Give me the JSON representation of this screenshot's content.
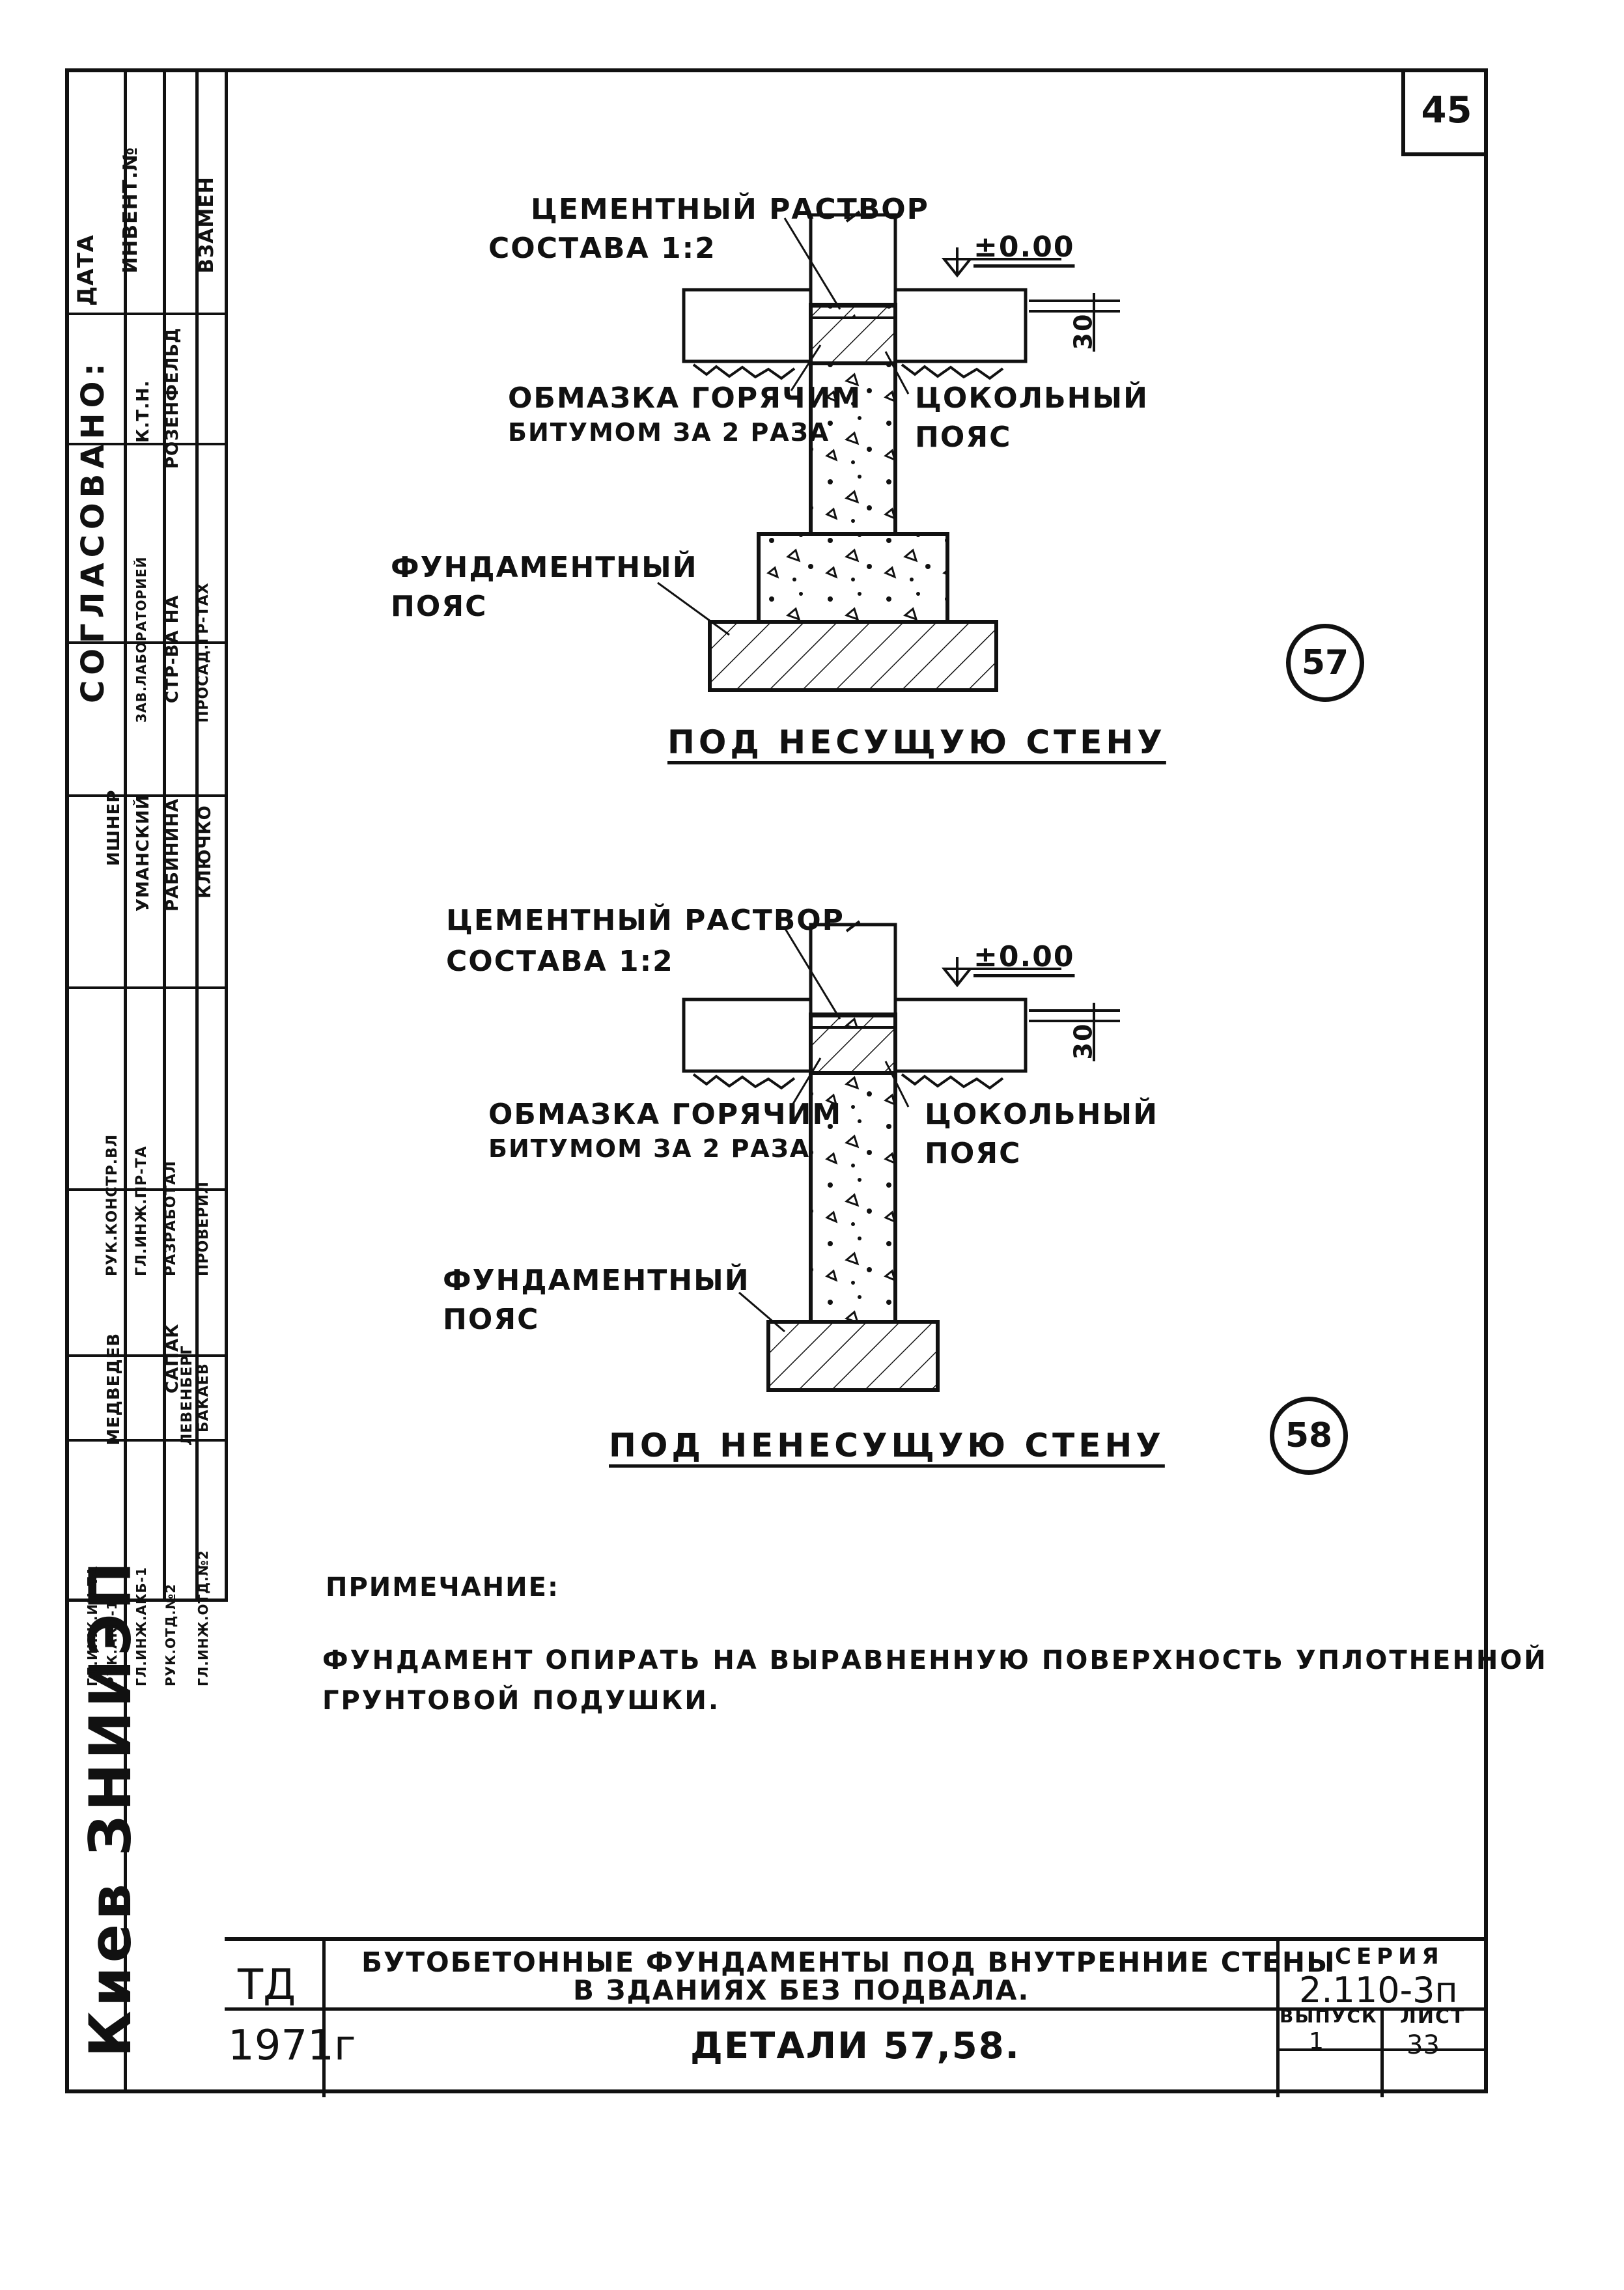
{
  "sheet_number": "45",
  "detail1": {
    "label_mortar_line1": "ЦЕМЕНТНЫЙ РАСТВОР",
    "label_mortar_line2": "СОСТАВА 1:2",
    "label_level": "±0.00",
    "label_dim": "30",
    "label_bitumen_line1": "ОБМАЗКА ГОРЯЧИМ",
    "label_bitumen_line2": "БИТУМОМ ЗА 2 РАЗА",
    "label_plinth_line1": "ЦОКОЛЬНЫЙ",
    "label_plinth_line2": "ПОЯС",
    "label_found_line1": "ФУНДАМЕНТНЫЙ",
    "label_found_line2": "ПОЯС",
    "caption": "ПОД НЕСУЩУЮ СТЕНУ",
    "number": "57"
  },
  "detail2": {
    "label_mortar_line1": "ЦЕМЕНТНЫЙ РАСТВОР",
    "label_mortar_line2": "СОСТАВА 1:2",
    "label_level": "±0.00",
    "label_dim": "30",
    "label_bitumen_line1": "ОБМАЗКА ГОРЯЧИМ",
    "label_bitumen_line2": "БИТУМОМ ЗА 2 РАЗА",
    "label_plinth_line1": "ЦОКОЛЬНЫЙ",
    "label_plinth_line2": "ПОЯС",
    "label_found_line1": "ФУНДАМЕНТНЫЙ",
    "label_found_line2": "ПОЯС",
    "caption": "ПОД НЕНЕСУЩУЮ СТЕНУ",
    "number": "58"
  },
  "note": {
    "heading": "ПРИМЕЧАНИЕ:",
    "line1": "ФУНДАМЕНТ ОПИРАТЬ НА ВЫРАВНЕННУЮ ПОВЕРХНОСТЬ УПЛОТНЕННОЙ",
    "line2": "ГРУНТОВОЙ ПОДУШКИ."
  },
  "title_block": {
    "org_code": "ТД",
    "year": "1971г",
    "title_line1": "БУТОБЕТОННЫЕ ФУНДАМЕНТЫ ПОД ВНУТРЕННИЕ СТЕНЫ",
    "title_line2": "В ЗДАНИЯХ БЕЗ ПОДВАЛА.",
    "subtitle": "ДЕТАЛИ 57,58.",
    "series_label": "СЕРИЯ",
    "series_value": "2.110-3п",
    "issue_label": "ВЫПУСК",
    "issue_value": "1",
    "sheet_label": "ЛИСТ",
    "sheet_value": "33"
  },
  "side_stamp": {
    "org": "Киев ЗНИИЭП",
    "agreed": "СОГЛАСОВАНО:",
    "date": "ДАТА",
    "invent": "ИНВЕНТ.№",
    "replace": "ВЗАМЕН",
    "ktn": "К.Т.Н.",
    "rozenfeld": "РОЗЕНФЕЛЬД",
    "lab_head": "ЗАВ.ЛАБОРАТОРИЕЙ",
    "lab_sub1": "СТР-ВА НА",
    "lab_sub2": "ПРОСАД.ГР-ТАХ",
    "ishner": "ИШНЕР",
    "umanskiy": "УМАНСКИЙ",
    "rabinina": "РАБИНИНА",
    "klyuchko": "КЛЮЧКО",
    "ruk_konstr": "РУК.КОНСТР.ВЛ",
    "gl_ing_pr": "ГЛ.ИНЖ.ПР-ТА",
    "razrabotal": "РАЗРАБОТАЛ",
    "proveril": "ПРОВЕРИЛ",
    "medvedev": "МЕДВЕДЕВ",
    "sapak": "САПАК",
    "levenberg": "ЛЕВЕНБЕРГ",
    "bakaev": "БАКАЕВ",
    "gl_ing_in": "ГЛ.ИНЖ.ИН-ТА",
    "ruk_akb": "РУК.АКБ-1",
    "gl_ing_akb": "ГЛ.ИНЖ.АКБ-1",
    "ruk_otd": "РУК.ОТД.№2",
    "gl_ing_otd": "ГЛ.ИНЖ.ОТД.№2"
  }
}
